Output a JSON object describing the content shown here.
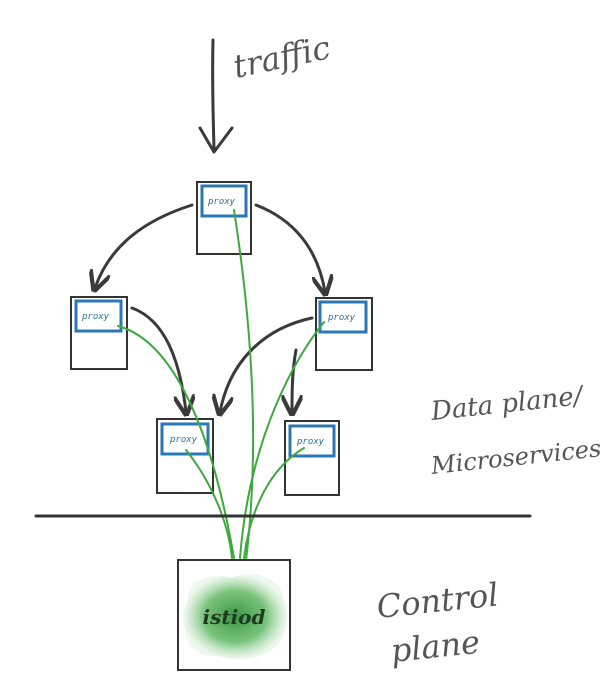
{
  "diagram": {
    "traffic_label": "traffic",
    "proxy_label": "proxy",
    "data_plane_line1": "Data plane/",
    "data_plane_line2": "Microservices",
    "control_plane_line1": "Control",
    "control_plane_line2": "plane",
    "control_component": "istiod",
    "colors": {
      "stroke_dark": "#3a3a3a",
      "proxy_border": "#2a79b5",
      "control_link": "#3daa3d",
      "istiod_fill": "#4caf50",
      "label": "#555555"
    }
  }
}
